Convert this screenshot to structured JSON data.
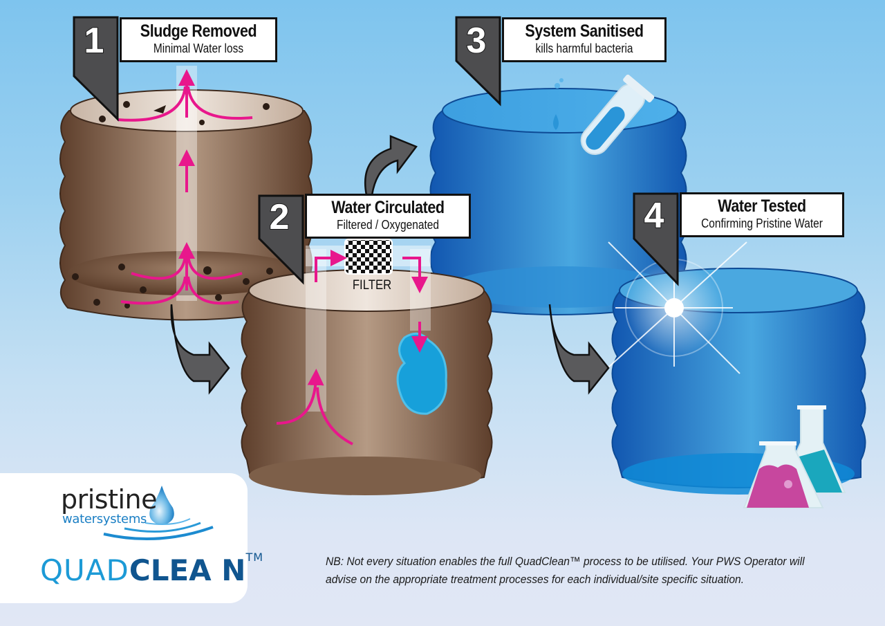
{
  "steps": [
    {
      "number": "1",
      "title": "Sludge Removed",
      "subtitle": "Minimal Water loss"
    },
    {
      "number": "2",
      "title": "Water Circulated",
      "subtitle": "Filtered / Oxygenated"
    },
    {
      "number": "3",
      "title": "System Sanitised",
      "subtitle": "kills harmful bacteria"
    },
    {
      "number": "4",
      "title": "Water Tested",
      "subtitle": "Confirming Pristine Water"
    }
  ],
  "filter": {
    "label": "FILTER"
  },
  "brand": {
    "name": "pristine",
    "tagline": "watersystems",
    "product_light": "QUAD",
    "product_bold": "CLEA N",
    "trademark": "TM"
  },
  "note": "NB: Not every situation enables the full QuadClean™ process to be utilised. Your PWS Operator will advise on the appropriate treatment processes for each individual/site specific situation.",
  "colors": {
    "sky_top": "#7ec4ee",
    "sky_bottom": "#e1e7f5",
    "brown_tank": "#6e4a35",
    "brown_light": "#b59a84",
    "blue_tank": "#1d6fc4",
    "blue_light": "#4aa8e0",
    "flow_arrow": "#e8178c",
    "badge": "#4d4d4f",
    "brand_light_blue": "#1c9ad6",
    "brand_dark_blue": "#10558f"
  }
}
